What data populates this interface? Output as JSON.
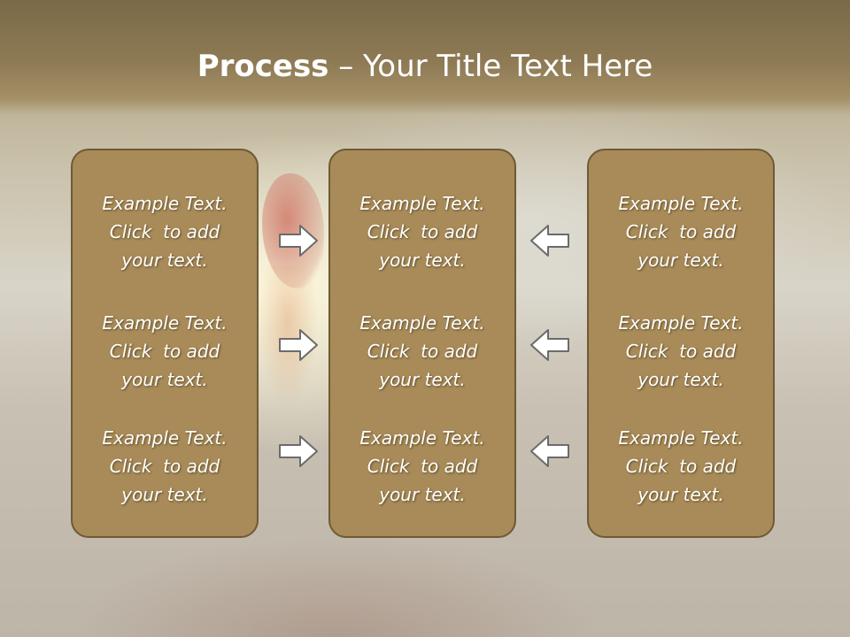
{
  "slide": {
    "title_bold": "Process",
    "title_rest": " – Your Title Text Here"
  },
  "columns": [
    {
      "items": [
        {
          "line1": "Example Text.",
          "line2": "Click  to add",
          "line3": "your text."
        },
        {
          "line1": "Example Text.",
          "line2": "Click  to add",
          "line3": "your text."
        },
        {
          "line1": "Example Text.",
          "line2": "Click  to add",
          "line3": "your text."
        }
      ]
    },
    {
      "items": [
        {
          "line1": "Example Text.",
          "line2": "Click  to add",
          "line3": "your text."
        },
        {
          "line1": "Example Text.",
          "line2": "Click  to add",
          "line3": "your text."
        },
        {
          "line1": "Example Text.",
          "line2": "Click  to add",
          "line3": "your text."
        }
      ]
    },
    {
      "items": [
        {
          "line1": "Example Text.",
          "line2": "Click  to add",
          "line3": "your text."
        },
        {
          "line1": "Example Text.",
          "line2": "Click  to add",
          "line3": "your text."
        },
        {
          "line1": "Example Text.",
          "line2": "Click  to add",
          "line3": "your text."
        }
      ]
    }
  ],
  "arrows": {
    "left_group": "right-arrow-icon",
    "right_group": "left-arrow-icon"
  },
  "colors": {
    "title_band": "#8e7b55",
    "box_fill": "#a88b58",
    "box_border": "#6e5a36",
    "text": "#ffffff"
  }
}
